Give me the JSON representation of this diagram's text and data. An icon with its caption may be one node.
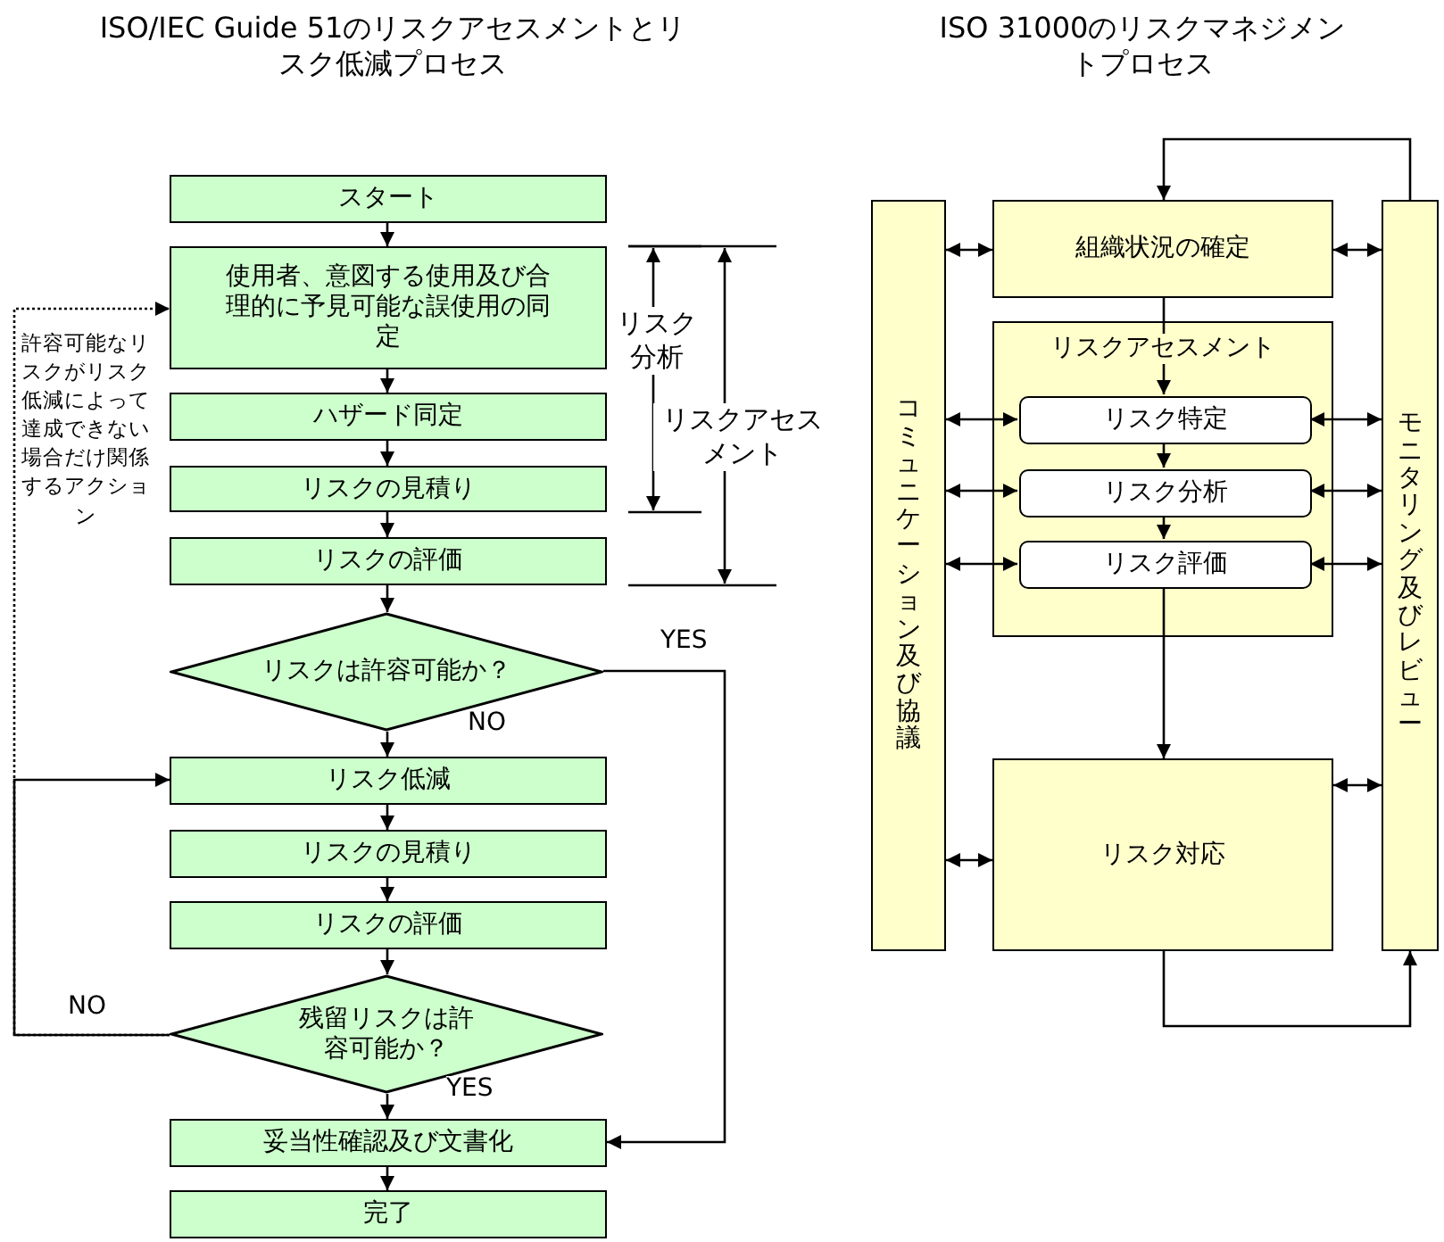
{
  "diagram": {
    "nodes": [
      {
        "text": [
          "スタート"
        ]
      },
      {
        "text": [
          "使用者、意図する使用及び合理的に予見可能な誤使用の同定"
        ]
      },
      {
        "text": [
          "ハザード同定"
        ]
      },
      {
        "text": [
          "リスクの見積り"
        ]
      },
      {
        "text": [
          "リスクの評価"
        ]
      },
      {
        "text": [
          "リスクは許容可能か？"
        ]
      },
      {
        "text": [
          "リスク低減"
        ]
      },
      {
        "text": [
          "リスクの見積り"
        ]
      },
      {
        "text": [
          "リスクの評価"
        ]
      },
      {
        "text": [
          "残留リスクは許容可能か？"
        ]
      },
      {
        "text": [
          "妥当性確認及び文書化"
        ]
      },
      {
        "text": [
          "完了"
        ]
      },
      {
        "text": [
          "コミュニケーション及び協議"
        ]
      },
      {
        "text": [
          "組織状況の確定"
        ]
      },
      {
        "text": [
          "リスクアセスメント"
        ]
      },
      {
        "text": [
          "リスク特定"
        ],
        "in": 14
      },
      {
        "text": [
          "リスク分析"
        ],
        "in": 14
      },
      {
        "text": [
          "リスク評価"
        ],
        "in": 14
      },
      {
        "text": [
          "リスク対応"
        ]
      },
      {
        "text": [
          "モニタリング及びレビュー"
        ]
      }
    ],
    "edges": [
      {
        "from": 0,
        "to": 1,
        "arrow": "to"
      },
      {
        "from": 1,
        "to": 2,
        "arrow": "to"
      },
      {
        "from": 2,
        "to": 3,
        "arrow": "to"
      },
      {
        "from": 3,
        "to": 4,
        "arrow": "to"
      },
      {
        "from": 4,
        "to": 5,
        "arrow": "to"
      },
      {
        "from": 5,
        "to": 6,
        "arrow": "to",
        "label": "NO"
      },
      {
        "from": 5,
        "to": 10,
        "arrow": "to",
        "label": "YES"
      },
      {
        "from": 6,
        "to": 7,
        "arrow": "to"
      },
      {
        "from": 7,
        "to": 8,
        "arrow": "to"
      },
      {
        "from": 8,
        "to": 9,
        "arrow": "to"
      },
      {
        "from": 9,
        "to": 10,
        "arrow": "to",
        "label": "YES"
      },
      {
        "from": 9,
        "to": 6,
        "arrow": "to",
        "label": "NO"
      },
      {
        "from": 9,
        "to": 1,
        "arrow": "to",
        "style": "dashed",
        "label": "許容可能なリスクがリスク低減によって達成できない場合だけ関係するアクション"
      },
      {
        "from": 10,
        "to": 11,
        "arrow": "to"
      },
      {
        "from": 12,
        "to": 13,
        "arrow": "both"
      },
      {
        "from": 13,
        "to": 19,
        "arrow": "both"
      },
      {
        "from": 13,
        "to": 15,
        "arrow": "to"
      },
      {
        "from": 15,
        "to": 16,
        "arrow": "to"
      },
      {
        "from": 16,
        "to": 17,
        "arrow": "to"
      },
      {
        "from": 17,
        "to": 18,
        "arrow": "to"
      },
      {
        "from": 12,
        "to": 15,
        "arrow": "both"
      },
      {
        "from": 12,
        "to": 16,
        "arrow": "both"
      },
      {
        "from": 12,
        "to": 17,
        "arrow": "both"
      },
      {
        "from": 15,
        "to": 19,
        "arrow": "both"
      },
      {
        "from": 16,
        "to": 19,
        "arrow": "both"
      },
      {
        "from": 17,
        "to": 19,
        "arrow": "both"
      },
      {
        "from": 12,
        "to": 18,
        "arrow": "both"
      },
      {
        "from": 18,
        "to": 19,
        "arrow": "both"
      },
      {
        "from": 18,
        "to": 19,
        "arrow": "to"
      },
      {
        "from": 19,
        "to": 13,
        "arrow": "to"
      }
    ],
    "labels": [
      "ISO/IEC Guide 51のリスクアセスメントとリスク低減プロセス",
      "ISO 31000のリスクマネジメントプロセス",
      "リスク分析",
      "リスクアセスメント"
    ]
  }
}
